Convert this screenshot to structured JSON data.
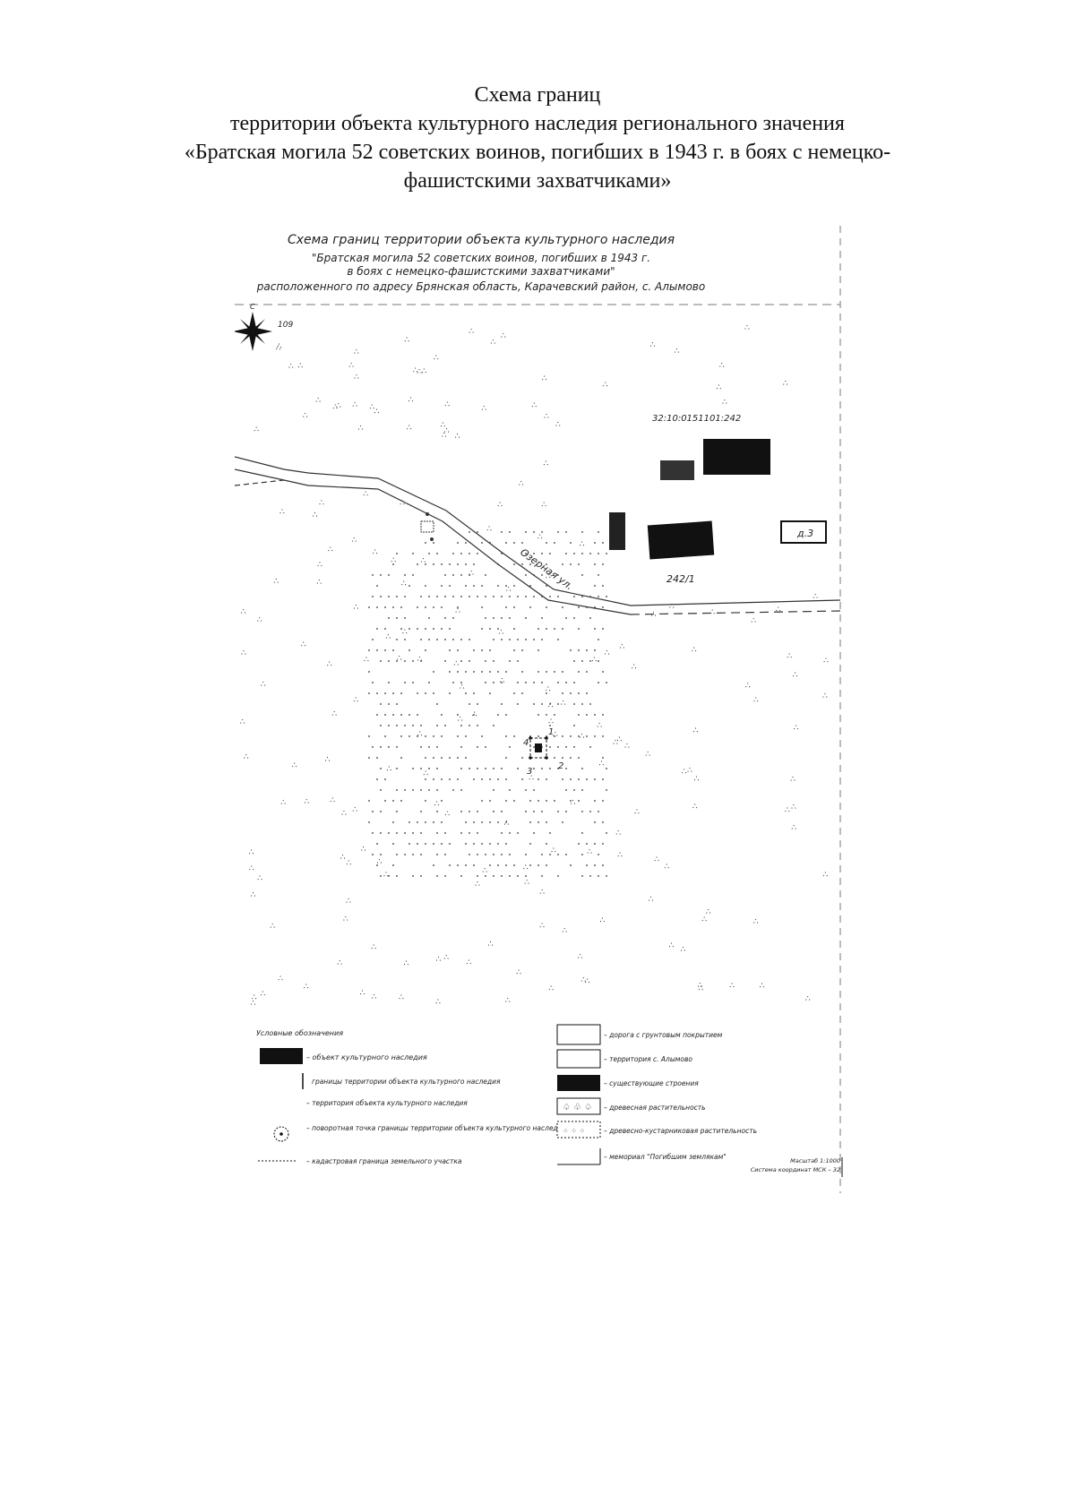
{
  "document": {
    "title_lines": [
      "Схема границ",
      "территории объекта культурного наследия регионального значения",
      "«Братская могила 52 советских воинов, погибших в 1943 г. в боях с немецко-",
      "фашистскими захватчиками»"
    ]
  },
  "map": {
    "header_lines": [
      "Схема границ территории объекта культурного наследия",
      "\"Братская могила 52 советских воинов, погибших в 1943 г.",
      "в боях с немецко-фашистскими захватчиками\"",
      "расположенного по адресу Брянская область, Карачевский район, с. Алымово"
    ],
    "compass_label": "С",
    "label_109": "109",
    "parcel_label": "32:10:0151101:242",
    "building_label": "242/1",
    "house_number": "д.3",
    "street_label": "Озерная ул.",
    "point_labels": [
      "1",
      "2",
      "3",
      "4"
    ],
    "legend_title": "Условные обозначения",
    "legend_left": [
      "– объект культурного наследия",
      "границы территории объекта культурного наследия",
      "– территория объекта культурного наследия",
      "– поворотная точка границы территории объекта культурного наследия",
      "– кадастровая граница земельного участка"
    ],
    "legend_right": [
      "– дорога с грунтовым покрытием",
      "– территория с. Алымово",
      "– существующие строения",
      "– древесная растительность",
      "– древесно-кустарниковая растительность",
      "– мемориал \"Погибшим землякам\""
    ],
    "scale_text": "Масштаб 1:1000",
    "crs_text": "Система координат МСК – 32",
    "colors": {
      "ink": "#111111",
      "building": "#111111",
      "paper": "#ffffff"
    }
  }
}
